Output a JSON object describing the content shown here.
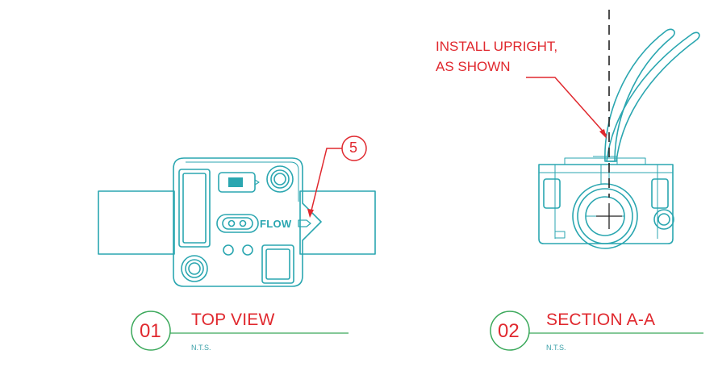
{
  "views": [
    {
      "number": "01",
      "title": "TOP VIEW",
      "scale": "N.T.S."
    },
    {
      "number": "02",
      "title": "SECTION A-A",
      "scale": "N.T.S."
    }
  ],
  "top_view": {
    "flow_label": "FLOW",
    "balloon": "5"
  },
  "section_view": {
    "note_line1": "INSTALL UPRIGHT,",
    "note_line2": "AS SHOWN"
  },
  "colors": {
    "outline": "#2aa6b0",
    "annotation": "#e0282e",
    "title_line": "#3aa85a"
  }
}
